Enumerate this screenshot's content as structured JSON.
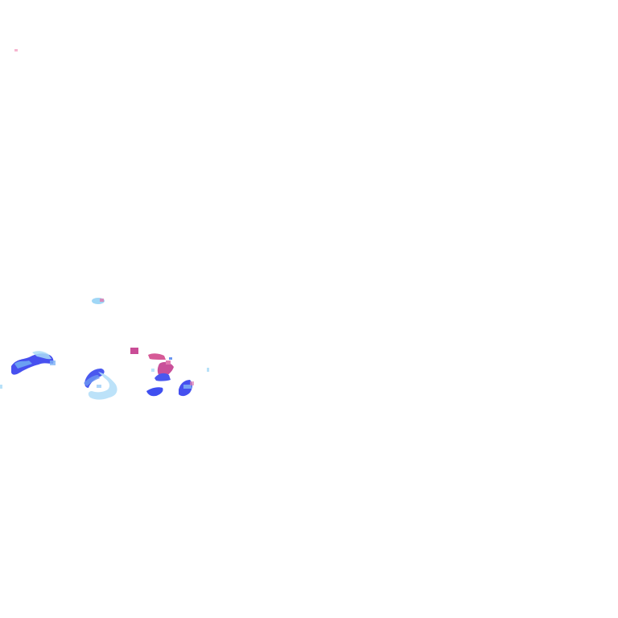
{
  "map": {
    "background_color": "#ffffff",
    "legend_visible": false,
    "text_labels_visible": false,
    "echo_colors": {
      "light": "#9ecff5",
      "moderate": "#5aa2f0",
      "heavy": "#3f4ff0",
      "extreme": "#d85a9a"
    },
    "echo_clusters": [
      {
        "id": "cluster-far-west",
        "intensities": [
          "heavy",
          "moderate",
          "light"
        ]
      },
      {
        "id": "cluster-west-central",
        "intensities": [
          "heavy",
          "moderate",
          "light"
        ]
      },
      {
        "id": "cluster-center-east",
        "intensities": [
          "extreme",
          "heavy",
          "moderate",
          "light"
        ]
      },
      {
        "id": "cluster-isolated-north",
        "intensities": [
          "light",
          "extreme"
        ]
      },
      {
        "id": "speck-top-left",
        "intensities": [
          "extreme"
        ]
      }
    ]
  }
}
